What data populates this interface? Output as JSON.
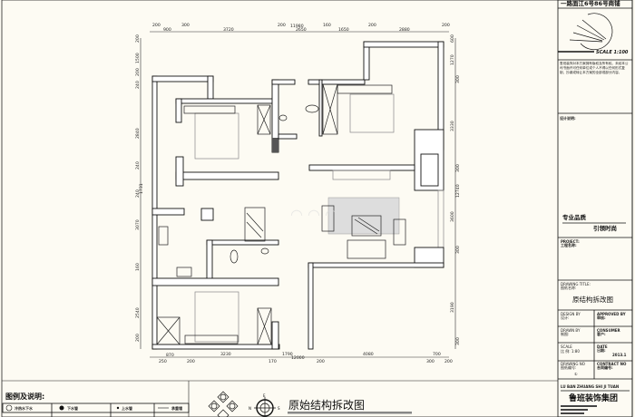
{
  "title_block": {
    "address": "一路面江6号86号商铺",
    "scale_note": "SCALE 1:100",
    "copyright": "鲁班装饰对本方案拥有版权及所有权。未经本公司书面许可任何单位或个人不得以任何形式复制、抄袭或转让本方案的全部或部分内容。",
    "design_notes_label": "设计说明:",
    "slogan_1": "专业品质",
    "slogan_2": "引领时尚",
    "project_label": "PROJECT:",
    "project_label_cn": "工程名称:",
    "drawing_title_label": "DRAWING TITLE:",
    "drawing_title_label_cn": "图纸名称:",
    "drawing_title": "原结构拆改图",
    "design_by": "DESIGN BY",
    "design_by_cn": "设计:",
    "approved_by": "APPROVED BY",
    "approved_by_cn": "审核:",
    "drawn_by": "DRAWN BY",
    "drawn_by_cn": "制图:",
    "consumer": "CONSUMER",
    "consumer_cn": "客户:",
    "scale_label": "SCALE",
    "scale_value": "比 例: 1:80",
    "date_label": "DATE",
    "date_label_cn": "日期:",
    "date_value": "2013.1",
    "drawing_no": "DRAWING NO",
    "drawing_no_cn": "图纸编号:",
    "drawing_no_value": "①",
    "contract_no": "CONTRACT NO",
    "contract_no_cn": "合同编号:",
    "company_pinyin": "LU BAN ZHUANG SHI JI TUAN",
    "company_name": "鲁班装饰集团"
  },
  "legend": {
    "title": "图例及说明:",
    "items": [
      "冷热水下水",
      "下水管",
      "上水管",
      "承重墙"
    ]
  },
  "compass": {
    "n": "N",
    "s": "S",
    "e": "E"
  },
  "plan_title": "原始结构拆改图",
  "dims": {
    "top": [
      "200",
      "900",
      "300",
      "3720",
      "200",
      "11980",
      "2650",
      "160",
      "1650",
      "200",
      "2880",
      "200"
    ],
    "bottom": [
      "870",
      "250",
      "200",
      "3230",
      "1790",
      "170",
      "12000",
      "200",
      "4080",
      "700",
      "300",
      "200"
    ],
    "left": [
      "200",
      "1500",
      "200",
      "240",
      "2840",
      "240",
      "1731",
      "240",
      "3070",
      "160",
      "2540",
      "200"
    ],
    "right": [
      "600",
      "1270",
      "300",
      "3330",
      "300",
      "12740",
      "3600",
      "300",
      "3190",
      "300"
    ]
  }
}
